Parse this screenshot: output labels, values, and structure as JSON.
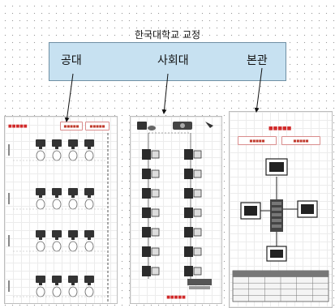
{
  "title": "한국대학교 교정",
  "banner": {
    "labels": [
      "공대",
      "사회대",
      "본관"
    ],
    "fill": "#c7e1f1"
  },
  "panels": {
    "left": {
      "type": "lab-workstation-layout"
    },
    "middle": {
      "type": "lab-server-layout"
    },
    "right": {
      "type": "library-network-layout"
    }
  },
  "colors": {
    "accent_red": "#d12a2a",
    "computer_dark": "#333333",
    "grid": "#ececec"
  }
}
